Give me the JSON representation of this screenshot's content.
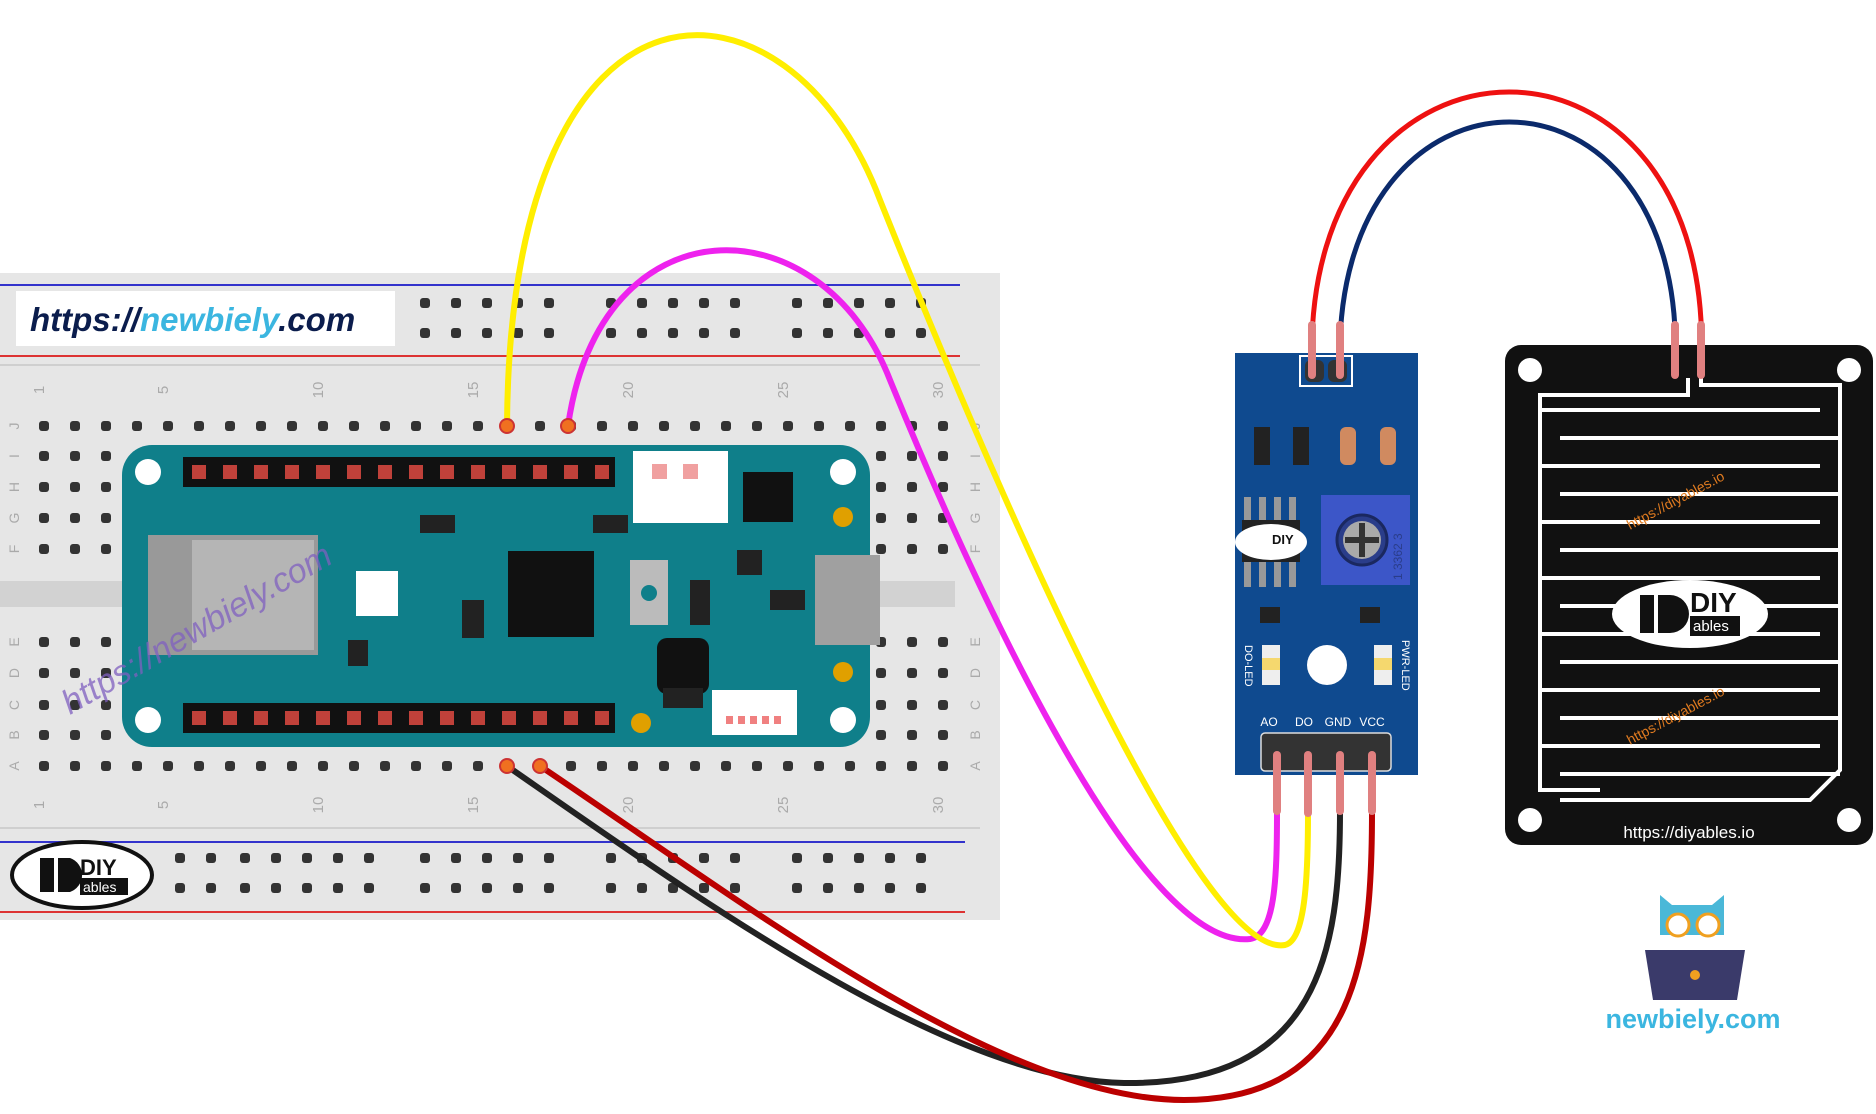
{
  "watermark": {
    "prefix": "https://",
    "name": "newbiely",
    "suffix": ".com",
    "diagonal": "https://newbiely.com"
  },
  "breadboard": {
    "row_labels_top": [
      "J",
      "I",
      "H",
      "G",
      "F"
    ],
    "row_labels_bottom": [
      "E",
      "D",
      "C",
      "B",
      "A"
    ],
    "column_numbers": [
      "1",
      "5",
      "10",
      "15",
      "20",
      "25",
      "30"
    ]
  },
  "diy_logo": {
    "top": "DIY",
    "bottom": "ables"
  },
  "sensor_module": {
    "pins": [
      "AO",
      "DO",
      "GND",
      "VCC"
    ],
    "do_led": "DO-LED",
    "pwr_led": "PWR-LED",
    "pot_code": "1 3362 3"
  },
  "rain_plate": {
    "url": "https://diyables.io",
    "watermark": "https://diyables.io"
  },
  "footer": {
    "brand": "newbiely.com"
  },
  "colors": {
    "wire_yellow": "#ffff00",
    "wire_magenta": "#ee22ee",
    "wire_black": "#222222",
    "wire_red": "#cc0000",
    "wire_blue": "#0b2a6b",
    "board_teal": "#0f7f8a",
    "module_blue": "#0f4a8f",
    "breadboard": "#e4e4e4"
  }
}
